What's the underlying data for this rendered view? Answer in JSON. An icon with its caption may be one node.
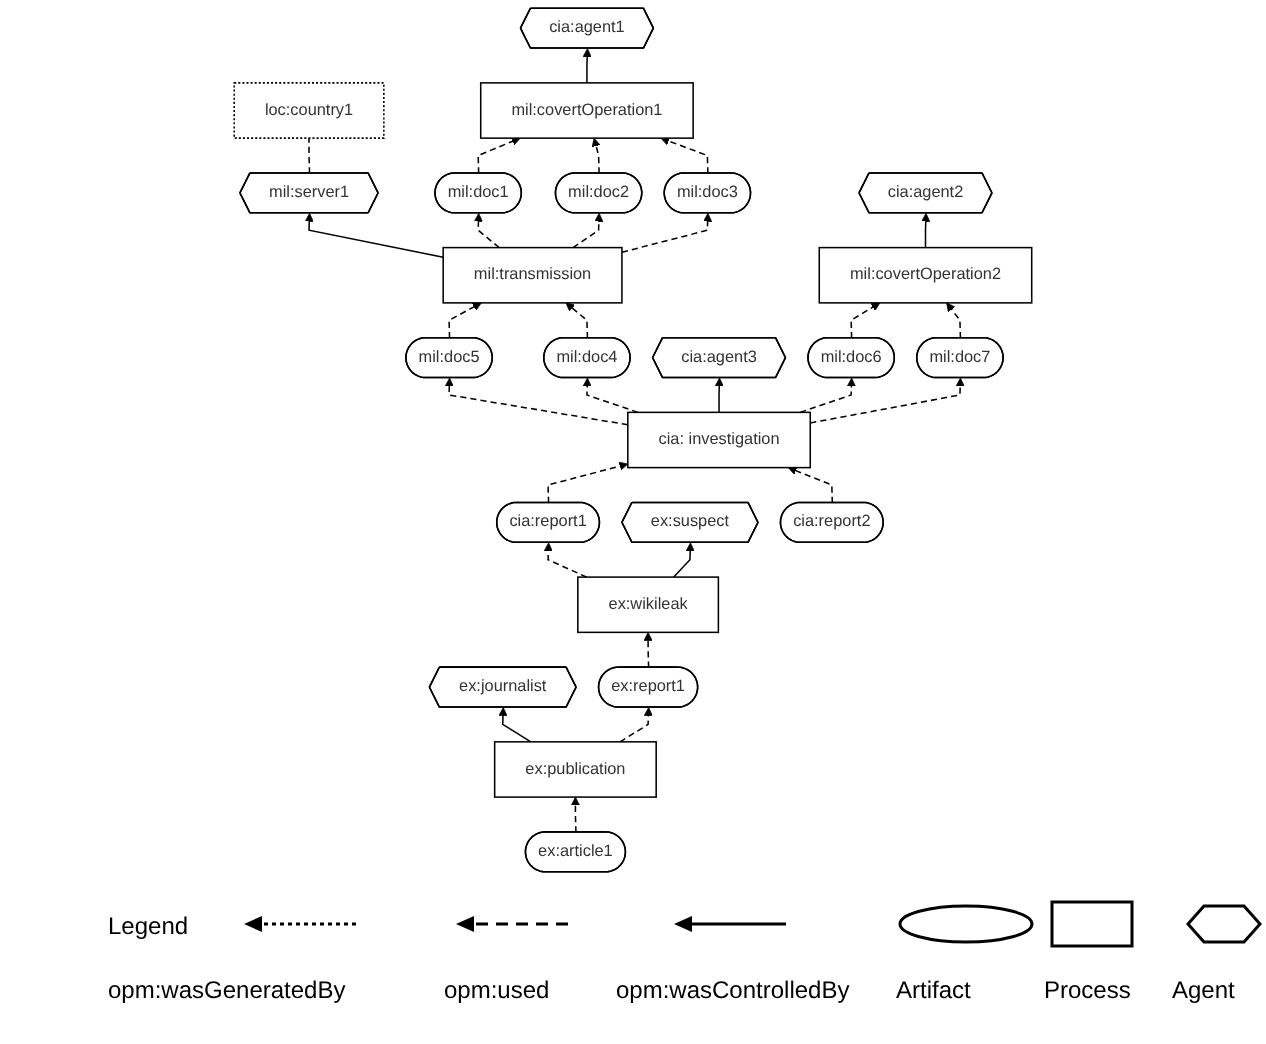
{
  "diagram": {
    "nodes": [
      {
        "text": [
          "cia:agent1"
        ]
      },
      {
        "text": [
          "mil:server1"
        ]
      },
      {
        "text": [
          "loc:country1"
        ]
      },
      {
        "text": [
          "mil:covertOperation1"
        ]
      },
      {
        "text": [
          "mil:transmission"
        ]
      },
      {
        "text": [
          "ex:journalist"
        ]
      },
      {
        "text": [
          "mil:doc1"
        ]
      },
      {
        "text": [
          "ex:publication"
        ]
      },
      {
        "text": [
          "mil:doc4"
        ]
      },
      {
        "text": [
          "mil:doc2"
        ]
      },
      {
        "text": [
          "mil:doc5"
        ]
      },
      {
        "text": [
          "ex:article1"
        ]
      },
      {
        "text": [
          "mil:doc3"
        ]
      },
      {
        "text": [
          "cia:agent3"
        ]
      },
      {
        "text": [
          "ex:report1"
        ]
      },
      {
        "text": [
          "cia: investigation"
        ]
      },
      {
        "text": [
          "mil:covertOperation2"
        ]
      },
      {
        "text": [
          "ex:wikileak"
        ]
      },
      {
        "text": [
          "mil:doc6"
        ]
      },
      {
        "text": [
          "cia:agent2"
        ]
      },
      {
        "text": [
          "cia:report1"
        ]
      },
      {
        "text": [
          "ex:suspect"
        ]
      },
      {
        "text": [
          "mil:doc7"
        ]
      },
      {
        "text": [
          "cia:report2"
        ]
      }
    ],
    "edges": [
      {
        "from": 3,
        "to": 0,
        "arrow": "to"
      },
      {
        "from": 4,
        "to": 1,
        "arrow": "to"
      },
      {
        "from": 1,
        "to": 2,
        "arrow": "none",
        "style": "dashed"
      },
      {
        "from": 7,
        "to": 5,
        "arrow": "to"
      },
      {
        "from": 6,
        "to": 3,
        "arrow": "to",
        "style": "dashed"
      },
      {
        "from": 9,
        "to": 3,
        "arrow": "to",
        "style": "dashed"
      },
      {
        "from": 12,
        "to": 3,
        "arrow": "to",
        "style": "dashed"
      },
      {
        "from": 4,
        "to": 6,
        "arrow": "to",
        "style": "dashed"
      },
      {
        "from": 4,
        "to": 9,
        "arrow": "to",
        "style": "dashed"
      },
      {
        "from": 4,
        "to": 12,
        "arrow": "to",
        "style": "dashed"
      },
      {
        "from": 10,
        "to": 4,
        "arrow": "to",
        "style": "dashed"
      },
      {
        "from": 8,
        "to": 4,
        "arrow": "to",
        "style": "dashed"
      },
      {
        "from": 15,
        "to": 10,
        "arrow": "to",
        "style": "dashed"
      },
      {
        "from": 15,
        "to": 8,
        "arrow": "to",
        "style": "dashed"
      },
      {
        "from": 7,
        "to": 14,
        "arrow": "to",
        "style": "dashed"
      },
      {
        "from": 11,
        "to": 7,
        "arrow": "to",
        "style": "dashed"
      },
      {
        "from": 15,
        "to": 13,
        "arrow": "to"
      },
      {
        "from": 14,
        "to": 17,
        "arrow": "to",
        "style": "dashed"
      },
      {
        "from": 17,
        "to": 20,
        "arrow": "to",
        "style": "dashed"
      },
      {
        "from": 17,
        "to": 21,
        "arrow": "to"
      },
      {
        "from": 20,
        "to": 15,
        "arrow": "to",
        "style": "dashed"
      },
      {
        "from": 23,
        "to": 15,
        "arrow": "to",
        "style": "dashed"
      },
      {
        "from": 15,
        "to": 18,
        "arrow": "to",
        "style": "dashed"
      },
      {
        "from": 15,
        "to": 22,
        "arrow": "to",
        "style": "dashed"
      },
      {
        "from": 16,
        "to": 19,
        "arrow": "to"
      },
      {
        "from": 18,
        "to": 16,
        "arrow": "to",
        "style": "dashed"
      },
      {
        "from": 22,
        "to": 16,
        "arrow": "to",
        "style": "dashed"
      }
    ],
    "labels": [
      "Legend"
    ],
    "legend": [
      {
        "text": "opm:wasGeneratedBy"
      },
      {
        "text": "opm:used"
      },
      {
        "text": "opm:wasControlledBy"
      },
      {
        "text": "Artifact"
      },
      {
        "text": "Process"
      },
      {
        "text": "Agent"
      }
    ]
  }
}
